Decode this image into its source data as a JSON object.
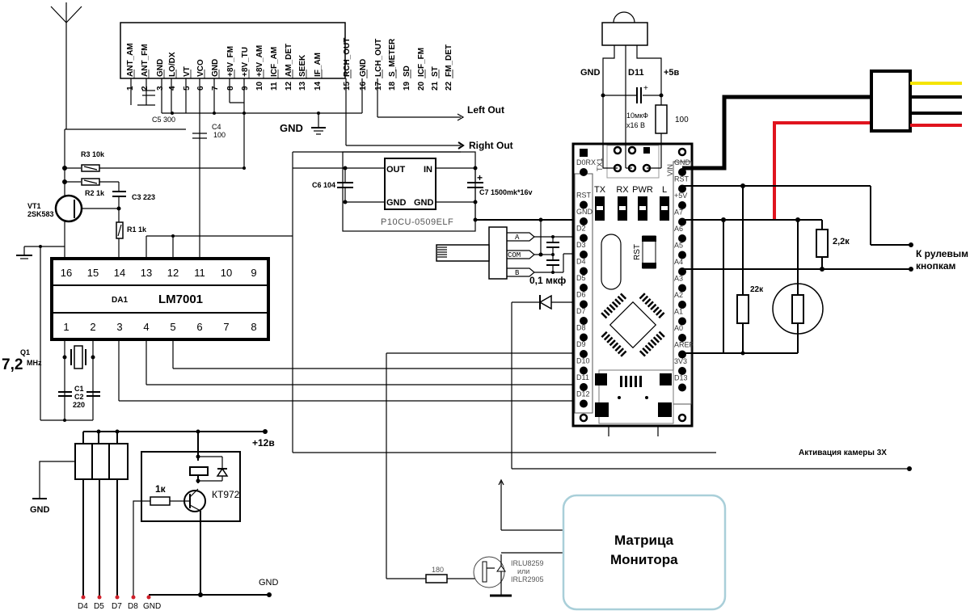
{
  "tuner_ic": {
    "pins": [
      {
        "num": "1",
        "name": "ANT_AM"
      },
      {
        "num": "2",
        "name": "ANT_FM"
      },
      {
        "num": "3",
        "name": "GND"
      },
      {
        "num": "4",
        "name": "LO/DX"
      },
      {
        "num": "5",
        "name": "VT"
      },
      {
        "num": "6",
        "name": "VCO"
      },
      {
        "num": "7",
        "name": "GND"
      },
      {
        "num": "8",
        "name": "+8V_FM"
      },
      {
        "num": "9",
        "name": "+8V_TU"
      },
      {
        "num": "10",
        "name": "+8V_AM"
      },
      {
        "num": "11",
        "name": "ICF_AM"
      },
      {
        "num": "12",
        "name": "AM_DET"
      },
      {
        "num": "13",
        "name": "SEEK"
      },
      {
        "num": "14",
        "name": "IF_AM"
      },
      {
        "num": "15",
        "name": "RCH_OUT"
      },
      {
        "num": "16",
        "name": "GND"
      },
      {
        "num": "17",
        "name": "LCH_OUT"
      },
      {
        "num": "18",
        "name": "S_METER"
      },
      {
        "num": "19",
        "name": "SD"
      },
      {
        "num": "20",
        "name": "ICF_FM"
      },
      {
        "num": "21",
        "name": "ST"
      },
      {
        "num": "22",
        "name": "FM_DET"
      }
    ]
  },
  "labels": {
    "c5": "C5 300",
    "c4": "C4",
    "c4_val": "100",
    "gnd_main": "GND",
    "left_out": "Left Out",
    "right_out": "Right Out",
    "r3": "R3 10k",
    "r2": "R2 1k",
    "c3": "C3 223",
    "vt1": "VT1",
    "vt1_part": "2SK583",
    "r1": "R1 1k",
    "q1": "Q1",
    "freq": "7,2",
    "freq_unit": "MHz",
    "c1": "C1",
    "c2": "C2",
    "c12_val": "220",
    "c6": "C6 104",
    "c7": "C7 1500mk*16v",
    "reg_out": "OUT",
    "reg_in": "IN",
    "reg_gnd1": "GND",
    "reg_gnd2": "GND",
    "reg_part": "P10CU-0509ELF",
    "enc_a": "A",
    "enc_com": "COM",
    "enc_b": "B",
    "enc_cap": "0,1 мкф",
    "ir_gnd": "GND",
    "ir_d11": "D11",
    "ir_5v": "+5в",
    "ir_cap": "10мкФ",
    "ir_cap2": "x16 В",
    "ir_res": "100",
    "res_22k": "22к",
    "res_2k2": "2,2к",
    "wheel1": "К рулевым",
    "wheel2": "кнопкам",
    "camera": "Активация камеры 3Х",
    "v12": "+12в",
    "gnd_left": "GND",
    "res_1k": "1к",
    "kt972": "КТ972",
    "gnd_bottom": "GND",
    "mosfet_res": "180",
    "mosfet1": "IRLU8259",
    "mosfet_or": "или",
    "mosfet2": "IRLR2905",
    "monitor1": "Матрица",
    "monitor2": "Монитора"
  },
  "lm7001": {
    "name": "LM7001",
    "ref": "DA1",
    "top_pins": [
      "16",
      "15",
      "14",
      "13",
      "12",
      "11",
      "10",
      "9"
    ],
    "bottom_pins": [
      "1",
      "2",
      "3",
      "4",
      "5",
      "6",
      "7",
      "8"
    ]
  },
  "nano": {
    "top_leds": [
      "TX",
      "RX",
      "PWR",
      "L"
    ],
    "rst_button": "RST",
    "left_pins": [
      "D0RX",
      "RST",
      "GND",
      "D2",
      "D3",
      "D4",
      "D5",
      "D6",
      "D7",
      "D8",
      "D9",
      "D10",
      "D11",
      "D12"
    ],
    "right_pins": [
      "GND",
      "RST",
      "+5V",
      "A7",
      "A6",
      "A5",
      "A4",
      "A3",
      "A2",
      "A1",
      "A0",
      "AREF",
      "3V3",
      "D13"
    ],
    "tx_lbl": "TX1",
    "vin_lbl": "VIN"
  },
  "connector_pins": [
    "D4",
    "D5",
    "D7",
    "D8",
    "GND"
  ],
  "colors": {
    "wire_red": "#e0141e",
    "wire_yellow": "#f5e400",
    "wire_black": "#000000",
    "monitor_border": "#a9cfd9",
    "pin_dot": "#d0202a"
  }
}
